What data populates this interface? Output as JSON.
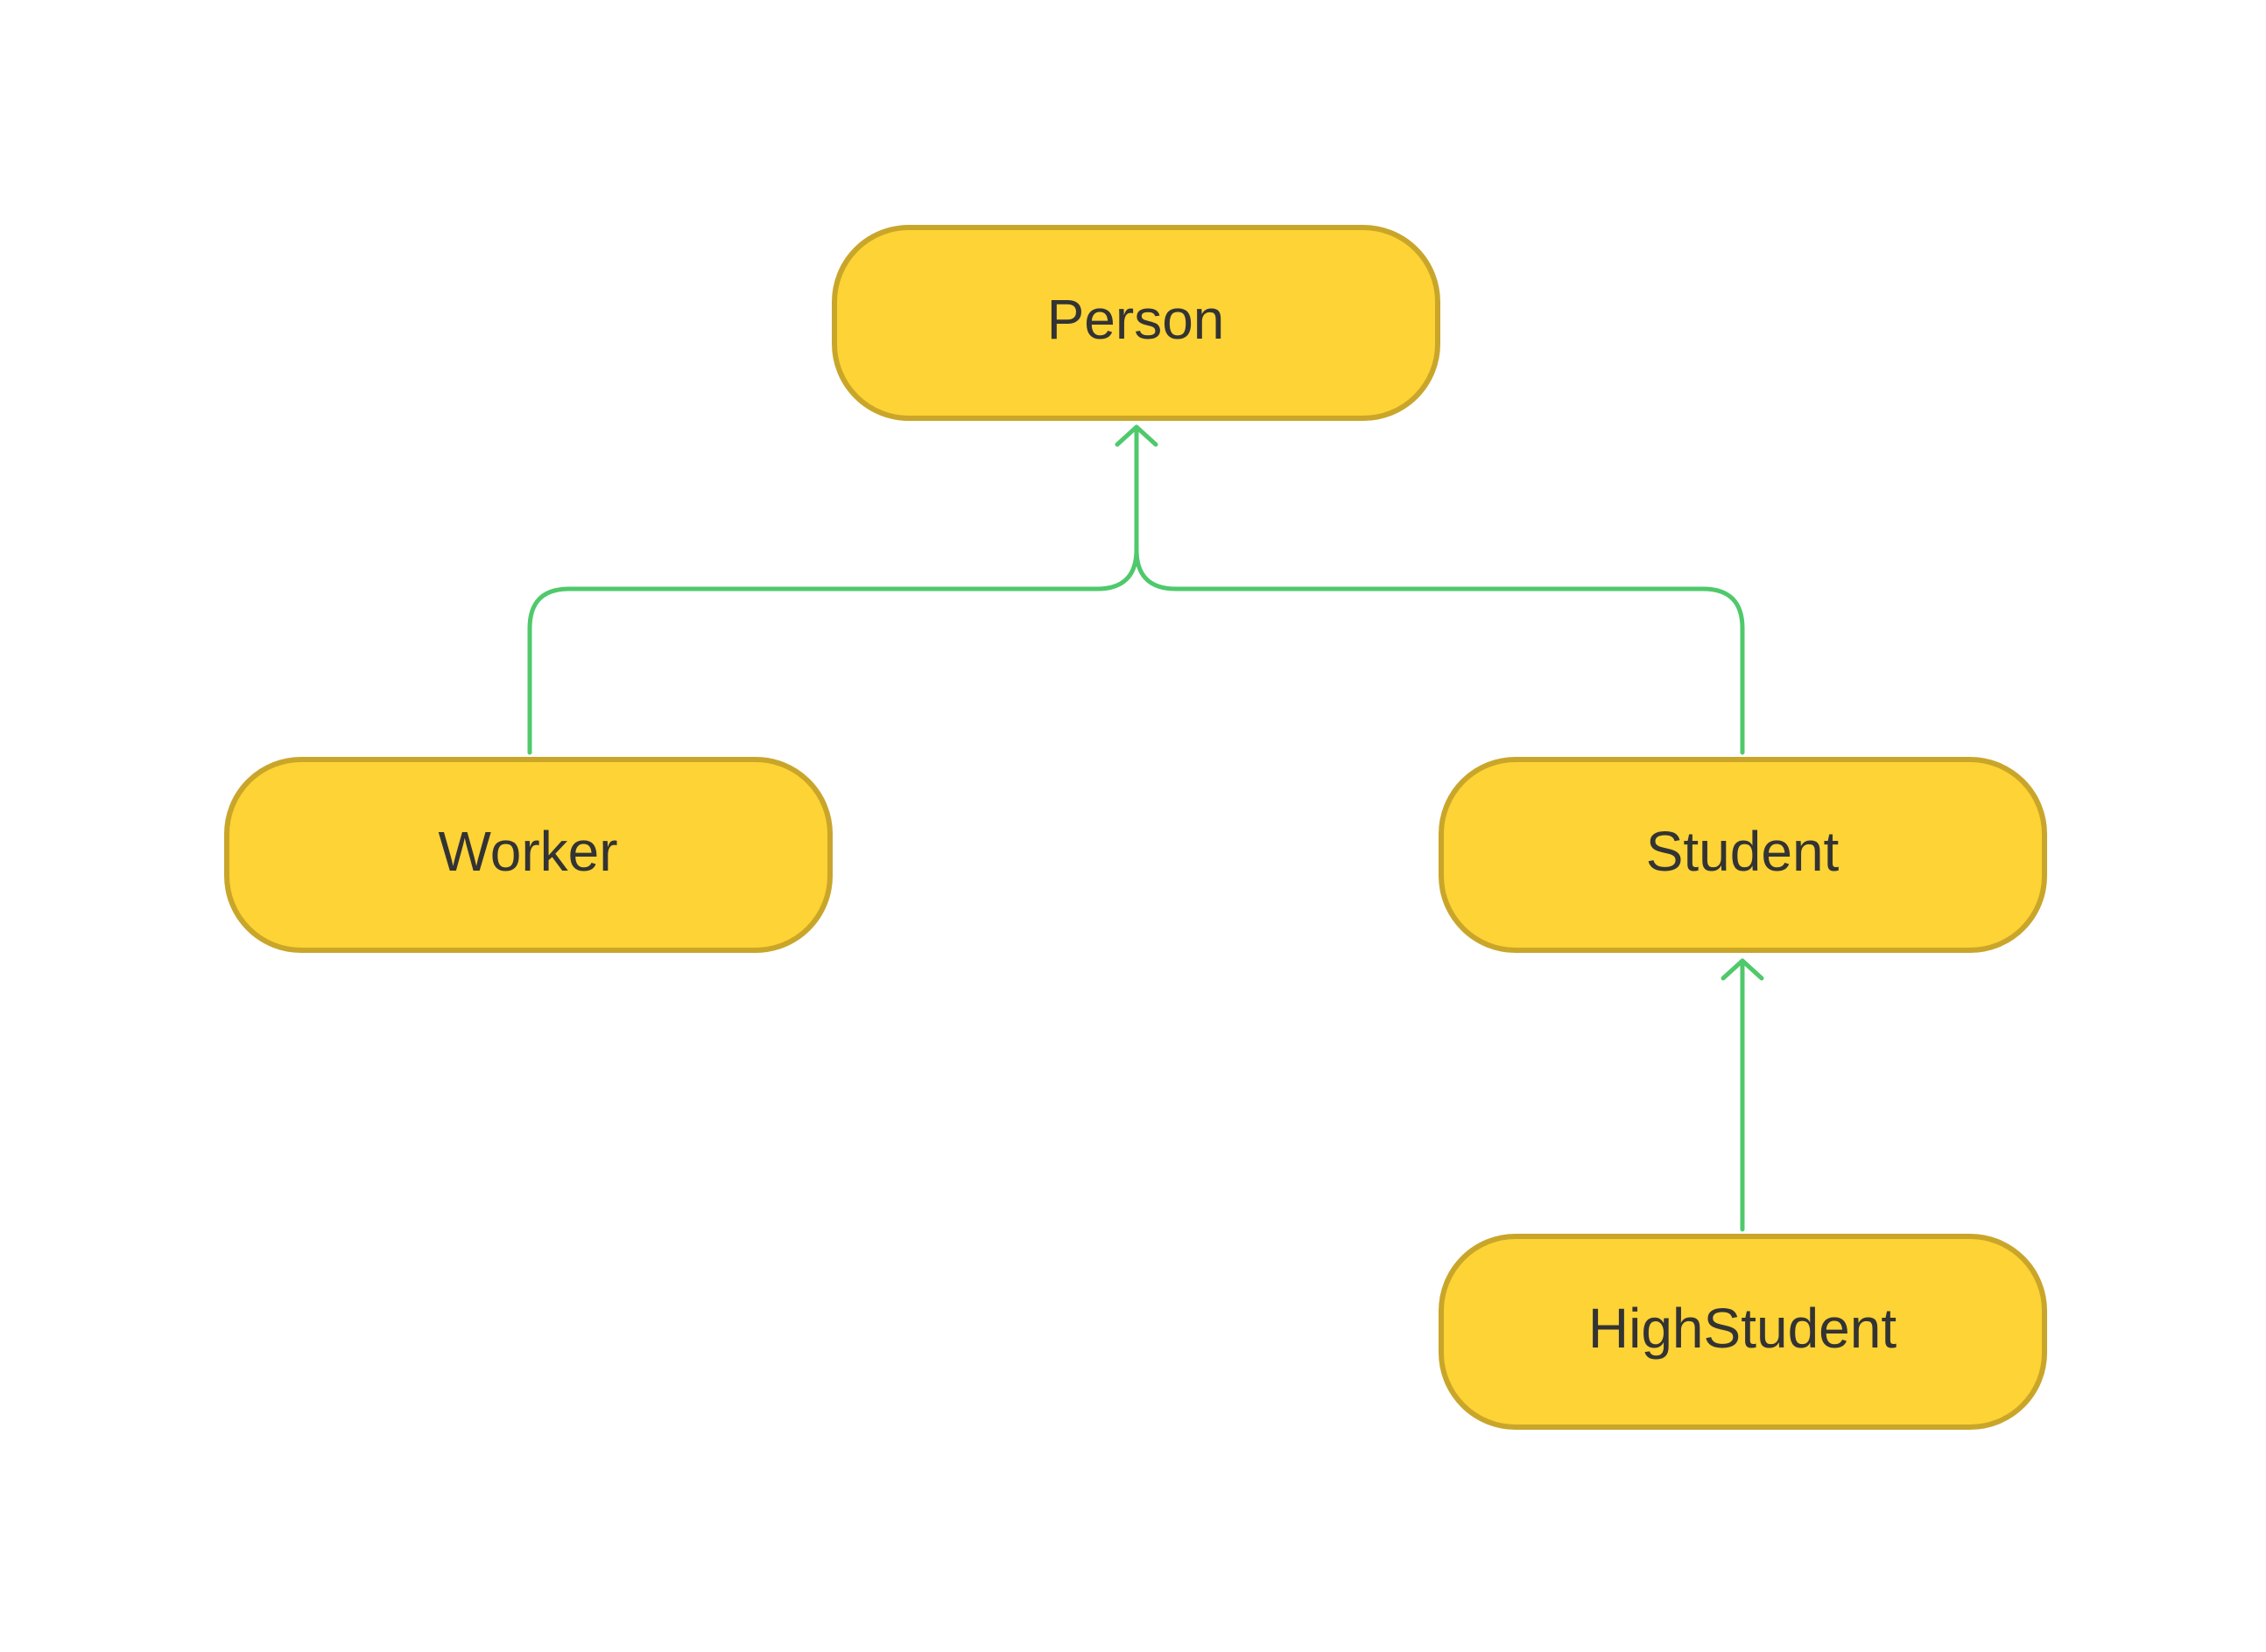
{
  "diagram": {
    "type": "inheritance-hierarchy",
    "nodes": [
      {
        "id": "person",
        "label": "Person"
      },
      {
        "id": "worker",
        "label": "Worker"
      },
      {
        "id": "student",
        "label": "Student"
      },
      {
        "id": "highstudent",
        "label": "HighStudent"
      }
    ],
    "edges": [
      {
        "from": "worker",
        "to": "person",
        "relation": "inherits"
      },
      {
        "from": "student",
        "to": "person",
        "relation": "inherits"
      },
      {
        "from": "highstudent",
        "to": "student",
        "relation": "inherits"
      }
    ]
  },
  "colors": {
    "node_fill": "#fdd335",
    "node_border": "#c9a62a",
    "connector": "#4fc96b",
    "label_text": "#333333",
    "background": "#ffffff"
  }
}
